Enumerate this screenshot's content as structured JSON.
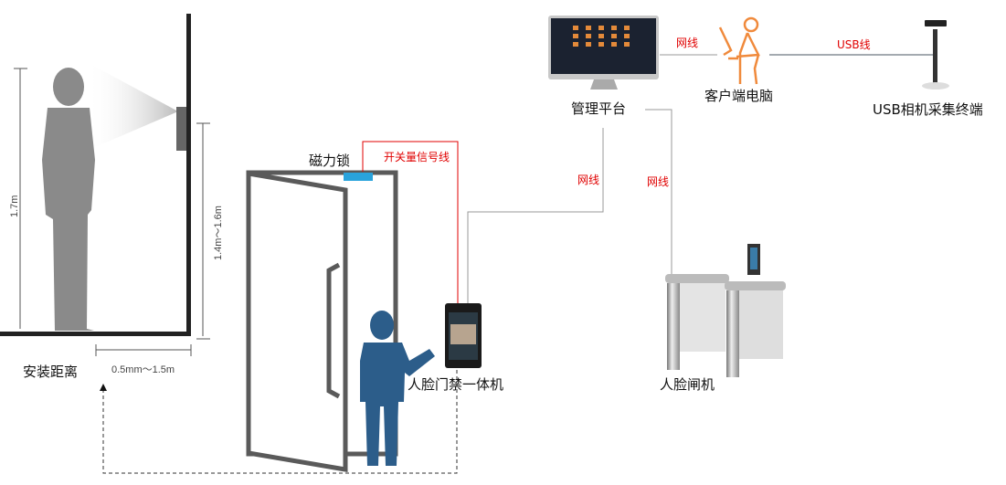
{
  "installation": {
    "height_label": "1.7m",
    "mount_height_label": "1.4m～1.6m",
    "distance_value": "0.5mm～1.5m",
    "distance_title": "安装距离"
  },
  "door": {
    "lock_label": "磁力锁",
    "signal_cable_label": "开关量信号线",
    "terminal_label": "人脸门禁一体机"
  },
  "network": {
    "platform_label": "管理平台",
    "client_label": "客户端电脑",
    "camera_label": "USB相机采集终端",
    "turnstile_label": "人脸闸机",
    "cable_platform_client": "网线",
    "cable_usb": "USB线",
    "cable_platform_terminal": "网线",
    "cable_platform_turnstile": "网线"
  },
  "colors": {
    "signal_cable": "#e00000",
    "lock": "#29a3dc",
    "businessman": "#2c5d8a",
    "client_user": "#f08a3c",
    "silhouette": "#8a8a8a"
  }
}
